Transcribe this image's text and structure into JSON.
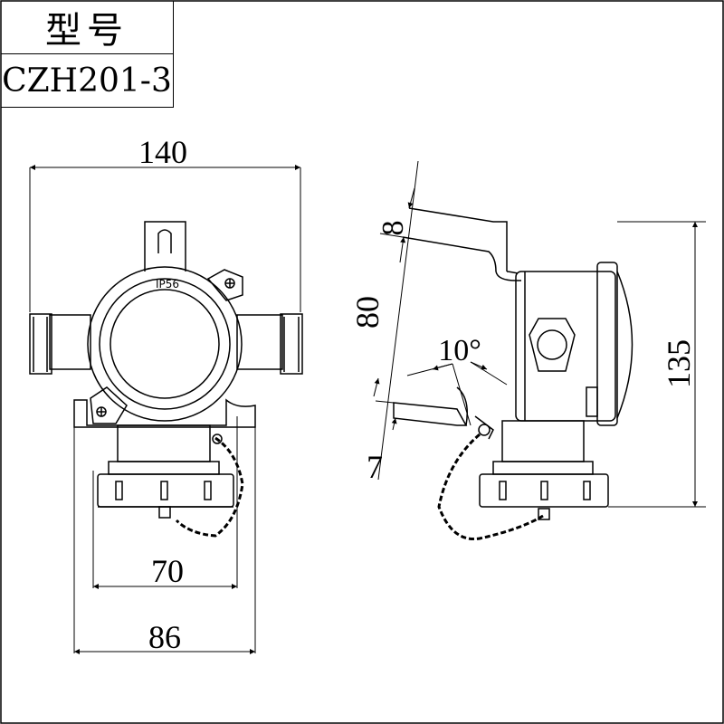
{
  "title_block": {
    "label": "型号",
    "model": "CZH201-3"
  },
  "front_view": {
    "rating_label": "IP56",
    "dimensions": {
      "overall_width": "140",
      "mount_spacing": "70",
      "base_width": "86"
    }
  },
  "side_view": {
    "dimensions": {
      "top_offset": "8",
      "bracket_length": "80",
      "angle": "10°",
      "lower_offset": "7",
      "height": "135"
    }
  },
  "colors": {
    "line": "#000000",
    "background": "#ffffff"
  }
}
